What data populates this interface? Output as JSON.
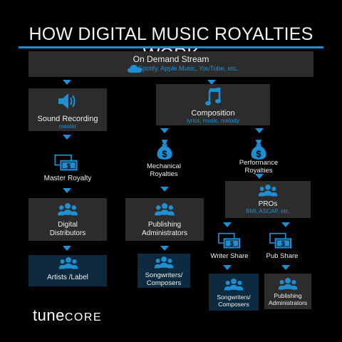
{
  "title": "HOW DIGITAL MUSIC ROYALTIES WORK",
  "top": {
    "label": "On Demand Stream",
    "sub": "Spotify, Apple Music, YouTube, etc."
  },
  "sound_recording": {
    "label": "Sound Recording",
    "sub": "master"
  },
  "composition": {
    "label": "Composition",
    "sub": "lyrics, music, melody"
  },
  "master_royalty": "Master Royalty",
  "mechanical": "Mechanical Royalties",
  "performance": "Performance Royalties",
  "digital_distributors": "Digital Distributors",
  "publishing_admins_1": "Publishing Administrators",
  "pros": {
    "label": "PROs",
    "sub": "BMI, ASCAP, etc."
  },
  "writer_share": "Writer Share",
  "pub_share": "Pub Share",
  "artists_label": "Artists /Label",
  "songwriters_1": "Songwriters/ Composers",
  "songwriters_2": "Songwriters/ Composers",
  "publishing_admins_2": "Publishing Administrators",
  "logo": {
    "part1": "tune",
    "part2": "CORE"
  },
  "colors": {
    "accent": "#1e8fd3",
    "box": "#2c2c2c",
    "box_dark": "#0d2a3f",
    "background": "#000000"
  }
}
